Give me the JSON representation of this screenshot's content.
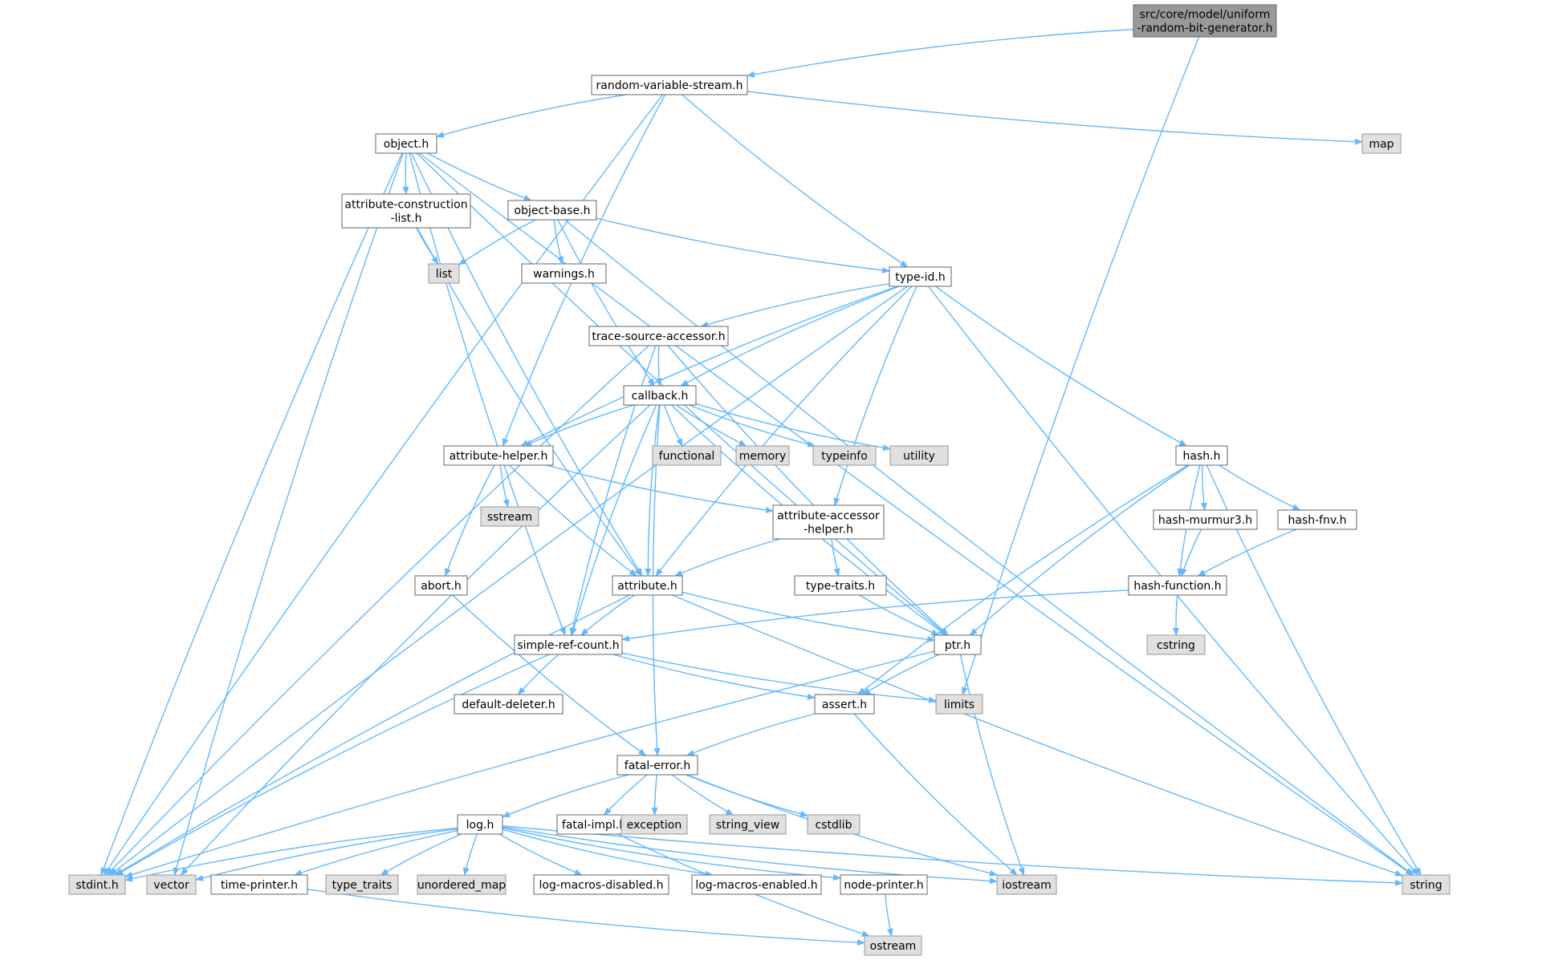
{
  "colors": {
    "edge": "#63b8ff",
    "node_border": "#666666",
    "local_fill": "#ffffff",
    "system_fill": "#e0e0e0",
    "root_fill": "#999999"
  },
  "nodes": [
    {
      "id": "root",
      "lines": [
        "src/core/model/uniform",
        "-random-bit-generator.h"
      ],
      "kind": "root"
    },
    {
      "id": "rvs",
      "lines": [
        "random-variable-stream.h"
      ],
      "kind": "local"
    },
    {
      "id": "map",
      "lines": [
        "map"
      ],
      "kind": "sys"
    },
    {
      "id": "object",
      "lines": [
        "object.h"
      ],
      "kind": "local"
    },
    {
      "id": "acl",
      "lines": [
        "attribute-construction",
        "-list.h"
      ],
      "kind": "local"
    },
    {
      "id": "objbase",
      "lines": [
        "object-base.h"
      ],
      "kind": "local"
    },
    {
      "id": "list",
      "lines": [
        "list"
      ],
      "kind": "sys"
    },
    {
      "id": "warnings",
      "lines": [
        "warnings.h"
      ],
      "kind": "local"
    },
    {
      "id": "typeid",
      "lines": [
        "type-id.h"
      ],
      "kind": "local"
    },
    {
      "id": "tsa",
      "lines": [
        "trace-source-accessor.h"
      ],
      "kind": "local"
    },
    {
      "id": "callback",
      "lines": [
        "callback.h"
      ],
      "kind": "local"
    },
    {
      "id": "ahelper",
      "lines": [
        "attribute-helper.h"
      ],
      "kind": "local"
    },
    {
      "id": "functional",
      "lines": [
        "functional"
      ],
      "kind": "sys"
    },
    {
      "id": "memory",
      "lines": [
        "memory"
      ],
      "kind": "sys"
    },
    {
      "id": "typeinfo",
      "lines": [
        "typeinfo"
      ],
      "kind": "sys"
    },
    {
      "id": "utility",
      "lines": [
        "utility"
      ],
      "kind": "sys"
    },
    {
      "id": "hash",
      "lines": [
        "hash.h"
      ],
      "kind": "local"
    },
    {
      "id": "sstream",
      "lines": [
        "sstream"
      ],
      "kind": "sys"
    },
    {
      "id": "aah",
      "lines": [
        "attribute-accessor",
        "-helper.h"
      ],
      "kind": "local"
    },
    {
      "id": "murmur",
      "lines": [
        "hash-murmur3.h"
      ],
      "kind": "local"
    },
    {
      "id": "fnv",
      "lines": [
        "hash-fnv.h"
      ],
      "kind": "local"
    },
    {
      "id": "abort",
      "lines": [
        "abort.h"
      ],
      "kind": "local"
    },
    {
      "id": "attribute",
      "lines": [
        "attribute.h"
      ],
      "kind": "local"
    },
    {
      "id": "typetraitsh",
      "lines": [
        "type-traits.h"
      ],
      "kind": "local"
    },
    {
      "id": "hashfn",
      "lines": [
        "hash-function.h"
      ],
      "kind": "local"
    },
    {
      "id": "src",
      "lines": [
        "simple-ref-count.h"
      ],
      "kind": "local"
    },
    {
      "id": "ptr",
      "lines": [
        "ptr.h"
      ],
      "kind": "local"
    },
    {
      "id": "cstring",
      "lines": [
        "cstring"
      ],
      "kind": "sys"
    },
    {
      "id": "defdel",
      "lines": [
        "default-deleter.h"
      ],
      "kind": "local"
    },
    {
      "id": "assert",
      "lines": [
        "assert.h"
      ],
      "kind": "local"
    },
    {
      "id": "limits",
      "lines": [
        "limits"
      ],
      "kind": "sys"
    },
    {
      "id": "fatal",
      "lines": [
        "fatal-error.h"
      ],
      "kind": "local"
    },
    {
      "id": "log",
      "lines": [
        "log.h"
      ],
      "kind": "local"
    },
    {
      "id": "fatalimpl",
      "lines": [
        "fatal-impl.h"
      ],
      "kind": "local"
    },
    {
      "id": "exception",
      "lines": [
        "exception"
      ],
      "kind": "sys"
    },
    {
      "id": "stringview",
      "lines": [
        "string_view"
      ],
      "kind": "sys"
    },
    {
      "id": "cstdlib",
      "lines": [
        "cstdlib"
      ],
      "kind": "sys"
    },
    {
      "id": "stdint",
      "lines": [
        "stdint.h"
      ],
      "kind": "sys"
    },
    {
      "id": "vector",
      "lines": [
        "vector"
      ],
      "kind": "sys"
    },
    {
      "id": "timeprinter",
      "lines": [
        "time-printer.h"
      ],
      "kind": "local"
    },
    {
      "id": "type_traits",
      "lines": [
        "type_traits"
      ],
      "kind": "sys"
    },
    {
      "id": "unordered_map",
      "lines": [
        "unordered_map"
      ],
      "kind": "sys"
    },
    {
      "id": "lmd",
      "lines": [
        "log-macros-disabled.h"
      ],
      "kind": "local"
    },
    {
      "id": "lme",
      "lines": [
        "log-macros-enabled.h"
      ],
      "kind": "local"
    },
    {
      "id": "nodeprinter",
      "lines": [
        "node-printer.h"
      ],
      "kind": "local"
    },
    {
      "id": "iostream",
      "lines": [
        "iostream"
      ],
      "kind": "sys"
    },
    {
      "id": "string",
      "lines": [
        "string"
      ],
      "kind": "sys"
    },
    {
      "id": "ostream",
      "lines": [
        "ostream"
      ],
      "kind": "sys"
    }
  ],
  "edges": [
    [
      "root",
      "rvs"
    ],
    [
      "root",
      "limits"
    ],
    [
      "rvs",
      "map"
    ],
    [
      "rvs",
      "object"
    ],
    [
      "rvs",
      "typeid"
    ],
    [
      "rvs",
      "ahelper"
    ],
    [
      "rvs",
      "stdint"
    ],
    [
      "object",
      "acl"
    ],
    [
      "object",
      "objbase"
    ],
    [
      "object",
      "ptr"
    ],
    [
      "object",
      "string"
    ],
    [
      "object",
      "stdint"
    ],
    [
      "object",
      "vector"
    ],
    [
      "object",
      "src"
    ],
    [
      "object",
      "attribute"
    ],
    [
      "acl",
      "list"
    ],
    [
      "acl",
      "attribute"
    ],
    [
      "objbase",
      "list"
    ],
    [
      "objbase",
      "warnings"
    ],
    [
      "objbase",
      "typeid"
    ],
    [
      "objbase",
      "callback"
    ],
    [
      "objbase",
      "string"
    ],
    [
      "typeid",
      "tsa"
    ],
    [
      "typeid",
      "callback"
    ],
    [
      "typeid",
      "ahelper"
    ],
    [
      "typeid",
      "hash"
    ],
    [
      "typeid",
      "aah"
    ],
    [
      "typeid",
      "attribute"
    ],
    [
      "typeid",
      "string"
    ],
    [
      "typeid",
      "stdint"
    ],
    [
      "tsa",
      "callback"
    ],
    [
      "tsa",
      "ptr"
    ],
    [
      "tsa",
      "src"
    ],
    [
      "tsa",
      "stdint"
    ],
    [
      "callback",
      "ahelper"
    ],
    [
      "callback",
      "functional"
    ],
    [
      "callback",
      "memory"
    ],
    [
      "callback",
      "typeinfo"
    ],
    [
      "callback",
      "utility"
    ],
    [
      "callback",
      "attribute"
    ],
    [
      "callback",
      "src"
    ],
    [
      "callback",
      "ptr"
    ],
    [
      "callback",
      "fatal"
    ],
    [
      "callback",
      "vector"
    ],
    [
      "ahelper",
      "sstream"
    ],
    [
      "ahelper",
      "abort"
    ],
    [
      "ahelper",
      "attribute"
    ],
    [
      "ahelper",
      "aah"
    ],
    [
      "hash",
      "murmur"
    ],
    [
      "hash",
      "fnv"
    ],
    [
      "hash",
      "hashfn"
    ],
    [
      "hash",
      "ptr"
    ],
    [
      "hash",
      "assert"
    ],
    [
      "hash",
      "string"
    ],
    [
      "aah",
      "attribute"
    ],
    [
      "aah",
      "typetraitsh"
    ],
    [
      "murmur",
      "hashfn"
    ],
    [
      "fnv",
      "hashfn"
    ],
    [
      "abort",
      "fatal"
    ],
    [
      "attribute",
      "src"
    ],
    [
      "attribute",
      "ptr"
    ],
    [
      "attribute",
      "stdint"
    ],
    [
      "attribute",
      "string"
    ],
    [
      "typetraitsh",
      "ptr"
    ],
    [
      "hashfn",
      "src"
    ],
    [
      "hashfn",
      "cstring"
    ],
    [
      "src",
      "defdel"
    ],
    [
      "src",
      "assert"
    ],
    [
      "src",
      "limits"
    ],
    [
      "src",
      "stdint"
    ],
    [
      "ptr",
      "assert"
    ],
    [
      "ptr",
      "iostream"
    ],
    [
      "ptr",
      "stdint"
    ],
    [
      "assert",
      "fatal"
    ],
    [
      "assert",
      "iostream"
    ],
    [
      "fatal",
      "log"
    ],
    [
      "fatal",
      "fatalimpl"
    ],
    [
      "fatal",
      "exception"
    ],
    [
      "fatal",
      "stringview"
    ],
    [
      "fatal",
      "cstdlib"
    ],
    [
      "fatal",
      "iostream"
    ],
    [
      "fatalimpl",
      "ostream"
    ],
    [
      "log",
      "stdint"
    ],
    [
      "log",
      "vector"
    ],
    [
      "log",
      "timeprinter"
    ],
    [
      "log",
      "type_traits"
    ],
    [
      "log",
      "unordered_map"
    ],
    [
      "log",
      "lmd"
    ],
    [
      "log",
      "lme"
    ],
    [
      "log",
      "nodeprinter"
    ],
    [
      "log",
      "iostream"
    ],
    [
      "log",
      "string"
    ],
    [
      "timeprinter",
      "ostream"
    ],
    [
      "nodeprinter",
      "ostream"
    ]
  ]
}
